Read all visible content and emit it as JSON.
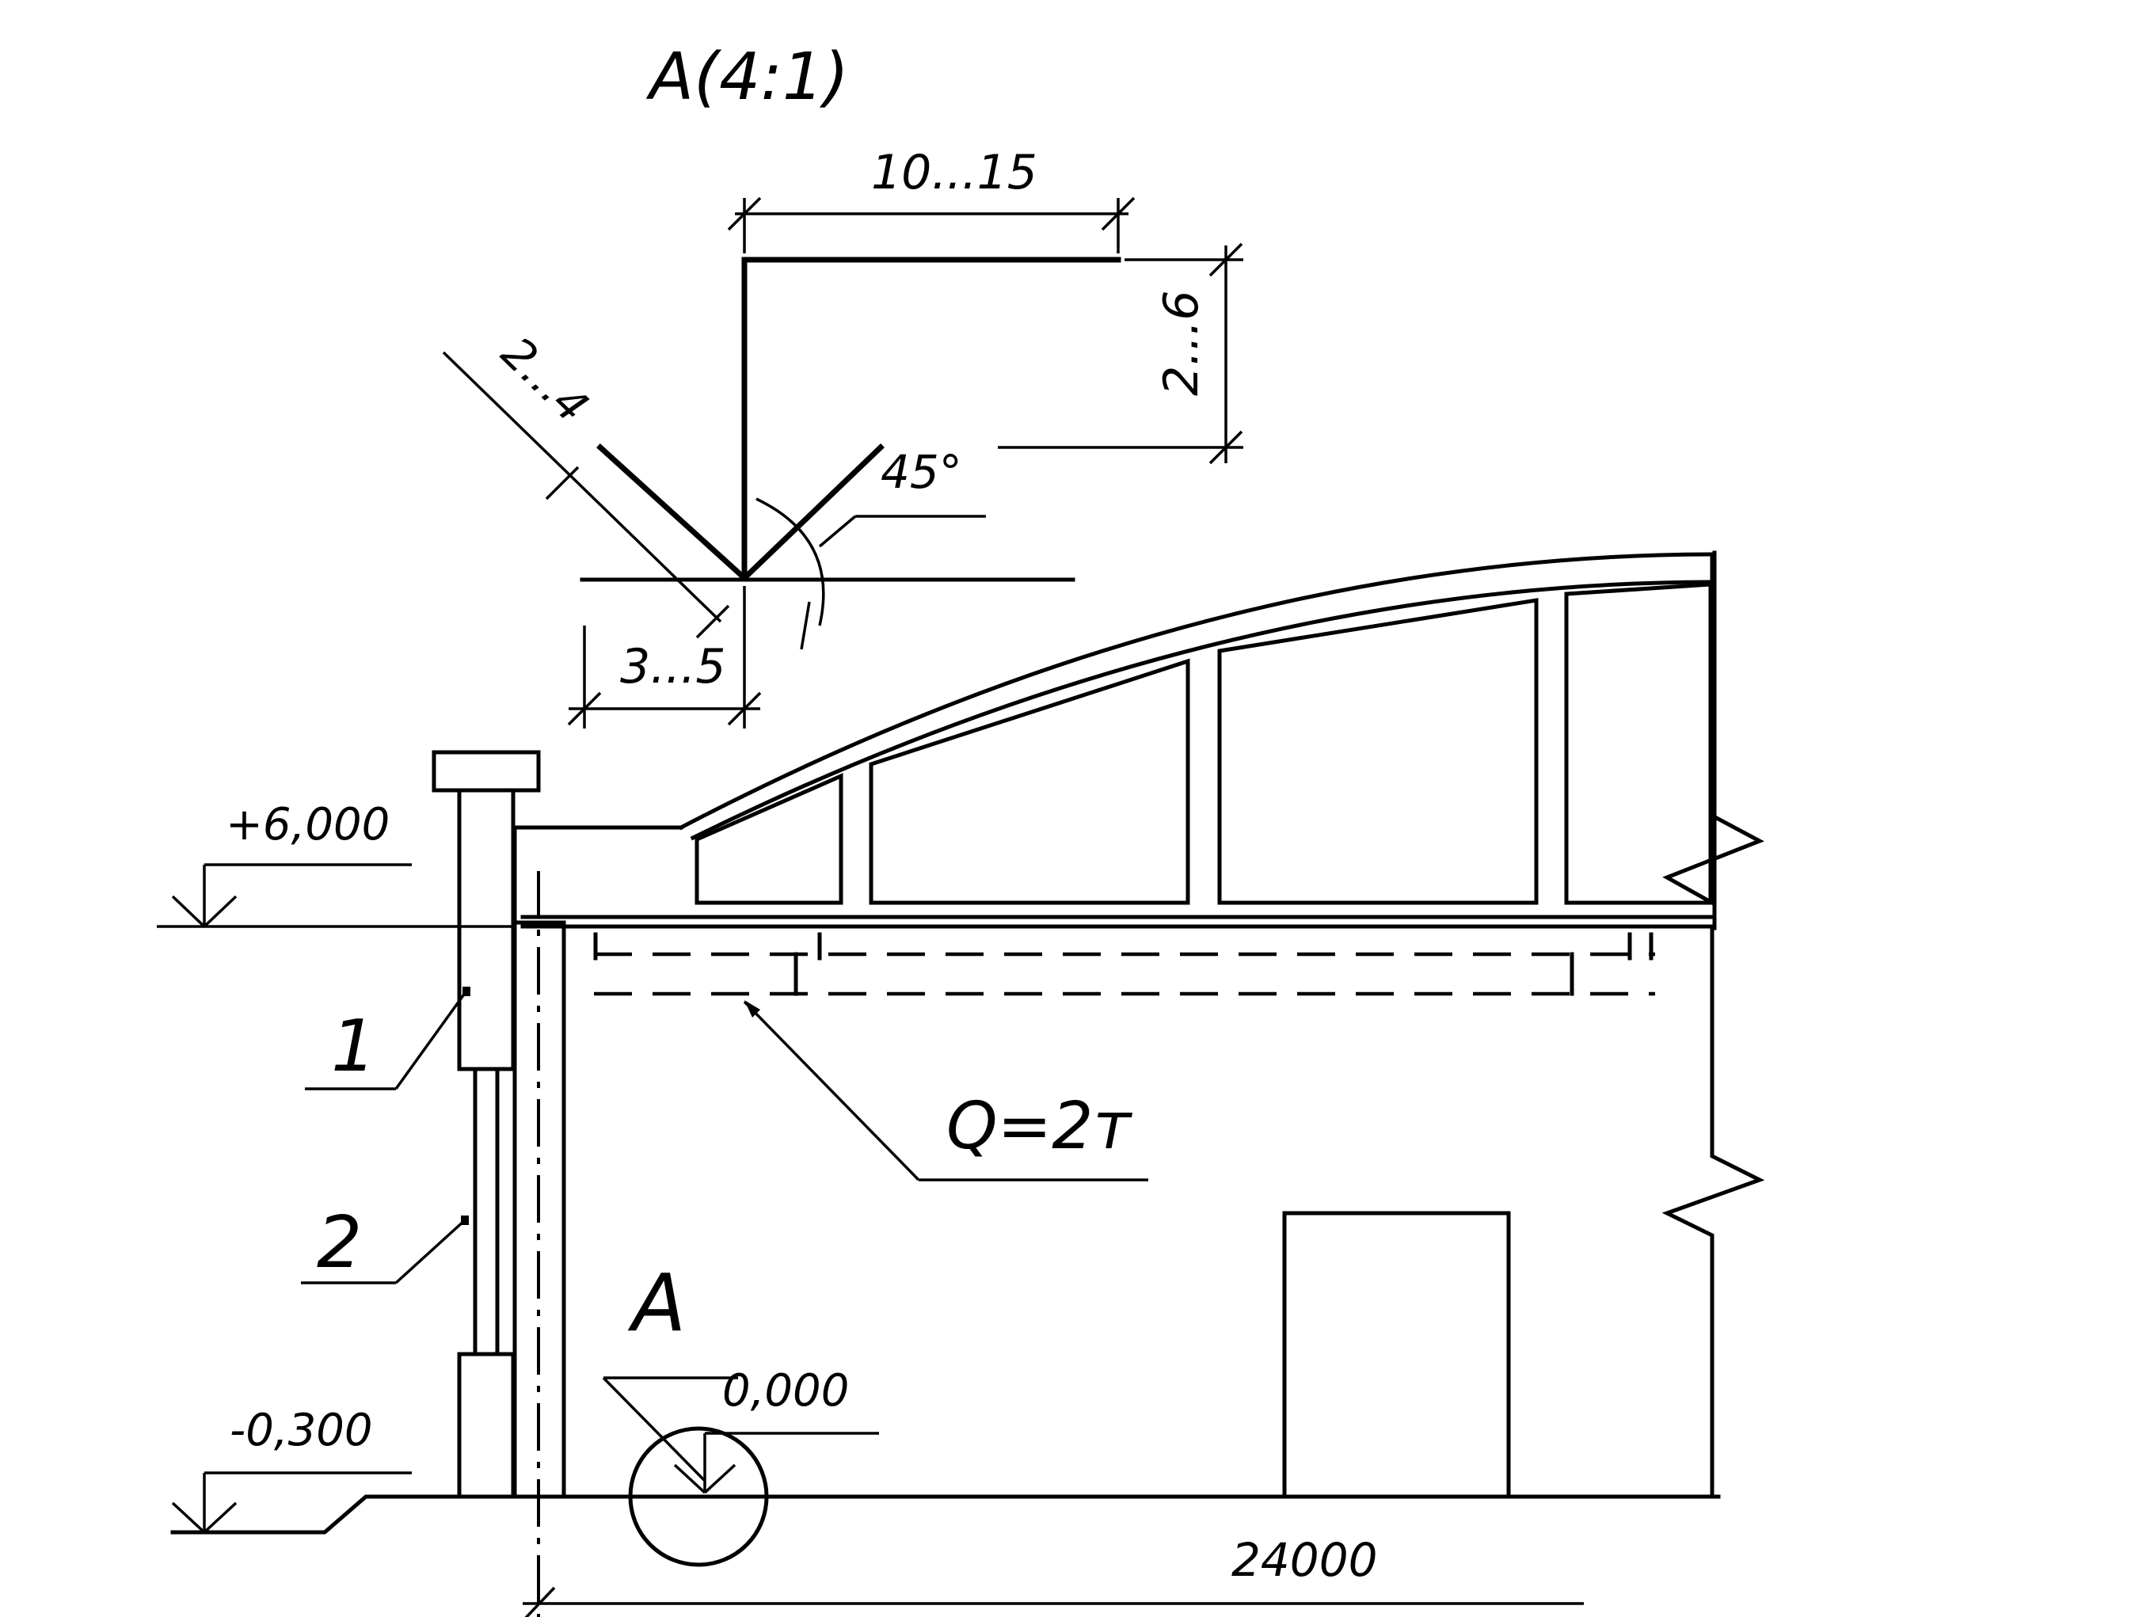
{
  "detail": {
    "title": "A(4:1)",
    "dim_leg": "10...15",
    "dim_height": "2...6",
    "dim_side": "2...4",
    "dim_gap": "3...5",
    "angle": "45°"
  },
  "elevations": {
    "top": "+6,000",
    "floor": "0,000",
    "ground": "-0,300"
  },
  "callouts": {
    "item_1": "1",
    "item_2": "2",
    "section_mark": "A"
  },
  "crane": {
    "capacity": "Q=2т"
  },
  "span": {
    "value": "24000"
  }
}
